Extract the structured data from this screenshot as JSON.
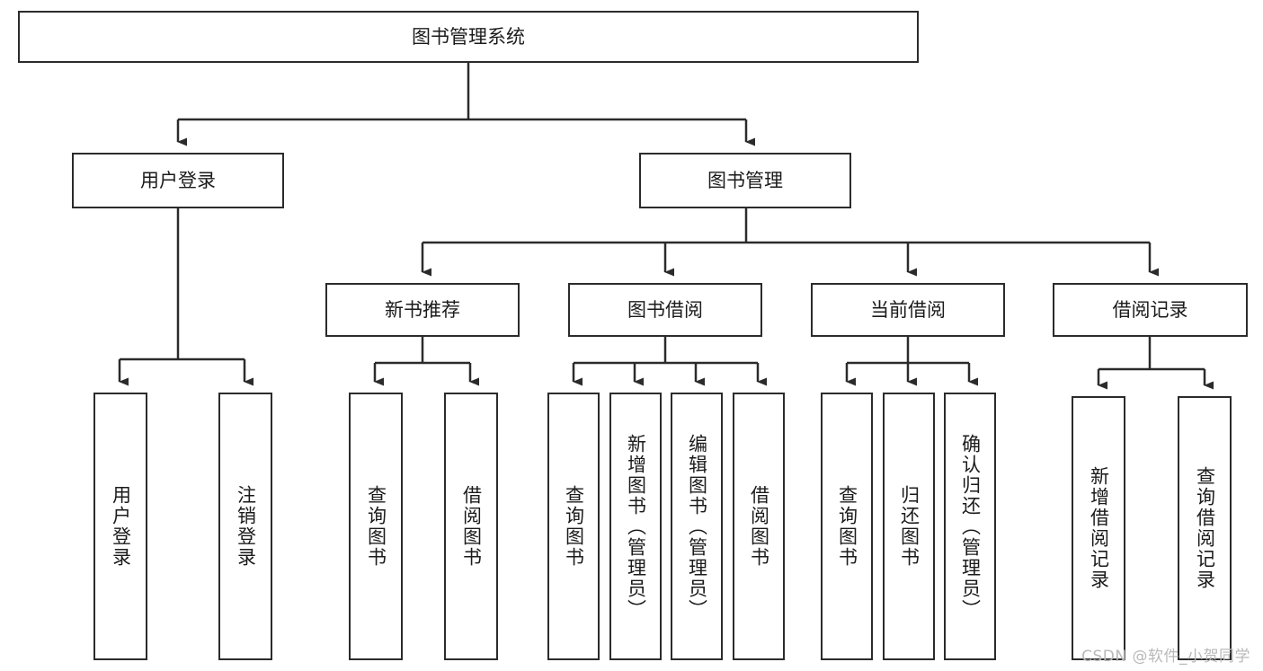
{
  "diagram": {
    "title": "图书管理系统",
    "type": "tree",
    "watermark": "CSDN @软件_小贺同学",
    "colors": {
      "stroke": "#2b2b2b",
      "fill": "#ffffff",
      "text": "#1b1b1b",
      "watermark": "#b9b9b9"
    },
    "root": {
      "id": "root",
      "label": "图书管理系统",
      "orientation": "horizontal"
    },
    "level1": [
      {
        "id": "user-login",
        "label": "用户登录",
        "orientation": "horizontal"
      },
      {
        "id": "book-manage",
        "label": "图书管理",
        "orientation": "horizontal"
      }
    ],
    "level2": [
      {
        "id": "new-book-rec",
        "label": "新书推荐",
        "parent": "book-manage",
        "orientation": "horizontal"
      },
      {
        "id": "book-borrow",
        "label": "图书借阅",
        "parent": "book-manage",
        "orientation": "horizontal"
      },
      {
        "id": "current-borrow",
        "label": "当前借阅",
        "parent": "book-manage",
        "orientation": "horizontal"
      },
      {
        "id": "borrow-record",
        "label": "借阅记录",
        "parent": "book-manage",
        "orientation": "horizontal"
      }
    ],
    "leaves": [
      {
        "id": "leaf-user-login",
        "label": "用户登录",
        "parent": "user-login",
        "orientation": "vertical"
      },
      {
        "id": "leaf-logout",
        "label": "注销登录",
        "parent": "user-login",
        "orientation": "vertical"
      },
      {
        "id": "leaf-query-book-1",
        "label": "查询图书",
        "parent": "new-book-rec",
        "orientation": "vertical"
      },
      {
        "id": "leaf-borrow-book-1",
        "label": "借阅图书",
        "parent": "new-book-rec",
        "orientation": "vertical"
      },
      {
        "id": "leaf-query-book-2",
        "label": "查询图书",
        "parent": "book-borrow",
        "orientation": "vertical"
      },
      {
        "id": "leaf-add-book",
        "label": "新增图书（管理员）",
        "parent": "book-borrow",
        "orientation": "vertical"
      },
      {
        "id": "leaf-edit-book",
        "label": "编辑图书（管理员）",
        "parent": "book-borrow",
        "orientation": "vertical"
      },
      {
        "id": "leaf-borrow-book-2",
        "label": "借阅图书",
        "parent": "book-borrow",
        "orientation": "vertical"
      },
      {
        "id": "leaf-query-book-3",
        "label": "查询图书",
        "parent": "current-borrow",
        "orientation": "vertical"
      },
      {
        "id": "leaf-return-book",
        "label": "归还图书",
        "parent": "current-borrow",
        "orientation": "vertical"
      },
      {
        "id": "leaf-confirm-return",
        "label": "确认归还（管理员）",
        "parent": "current-borrow",
        "orientation": "vertical"
      },
      {
        "id": "leaf-add-record",
        "label": "新增借阅记录",
        "parent": "borrow-record",
        "orientation": "vertical"
      },
      {
        "id": "leaf-query-record",
        "label": "查询借阅记录",
        "parent": "borrow-record",
        "orientation": "vertical"
      }
    ]
  }
}
